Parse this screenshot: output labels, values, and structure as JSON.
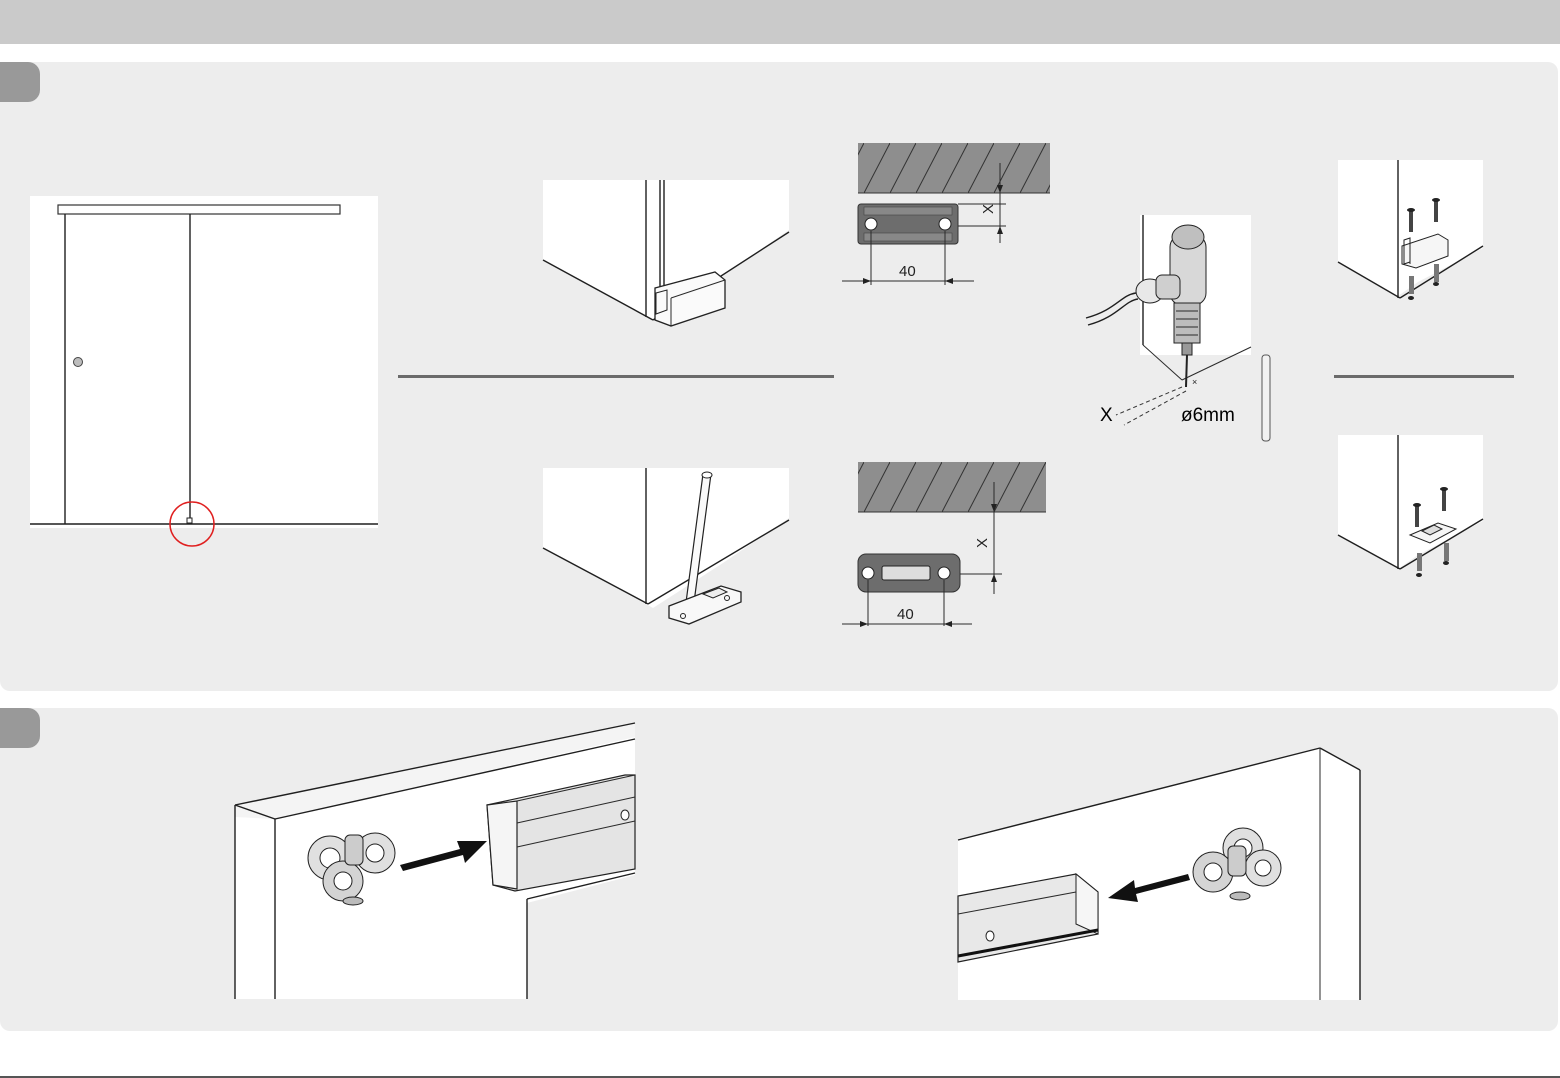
{
  "header": {
    "bar_color": "#cacaca"
  },
  "steps": [
    {
      "id": "step-1",
      "panel_color": "#ededed",
      "badge_color": "#999999"
    },
    {
      "id": "step-2",
      "panel_color": "#ededed",
      "badge_color": "#999999"
    }
  ],
  "dimensions": {
    "guide_a_distance_label": "X",
    "guide_a_width_label": "40",
    "guide_b_distance_label": "X",
    "guide_b_width_label": "40",
    "drill_distance_label": "X",
    "drill_bit_label": "ø6mm"
  },
  "highlight": {
    "color": "#e02020",
    "icon": "circle-highlight-icon"
  }
}
